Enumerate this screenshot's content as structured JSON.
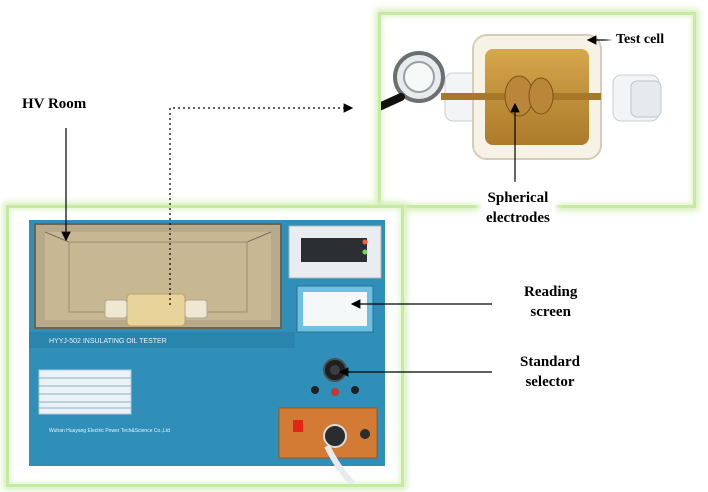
{
  "labels": {
    "hv_room": "HV Room",
    "test_cell": "Test cell",
    "spherical_electrodes_line1": "Spherical",
    "spherical_electrodes_line2": "electrodes",
    "reading_screen_line1": "Reading",
    "reading_screen_line2": "screen",
    "standard_selector_line1": "Standard",
    "standard_selector_line2": "selector"
  },
  "device": {
    "model_text": "HYYJ-502 INSULATING OIL TESTER",
    "manufacturer_text": "Wuhan Huayang Electric Power Tech&Science Co.,Ltd",
    "panel_color": "#2f8fb8",
    "oil_color": "#c99a3c"
  },
  "colors": {
    "frame_glow": "#c6e9a3",
    "leader_line": "#000000"
  }
}
